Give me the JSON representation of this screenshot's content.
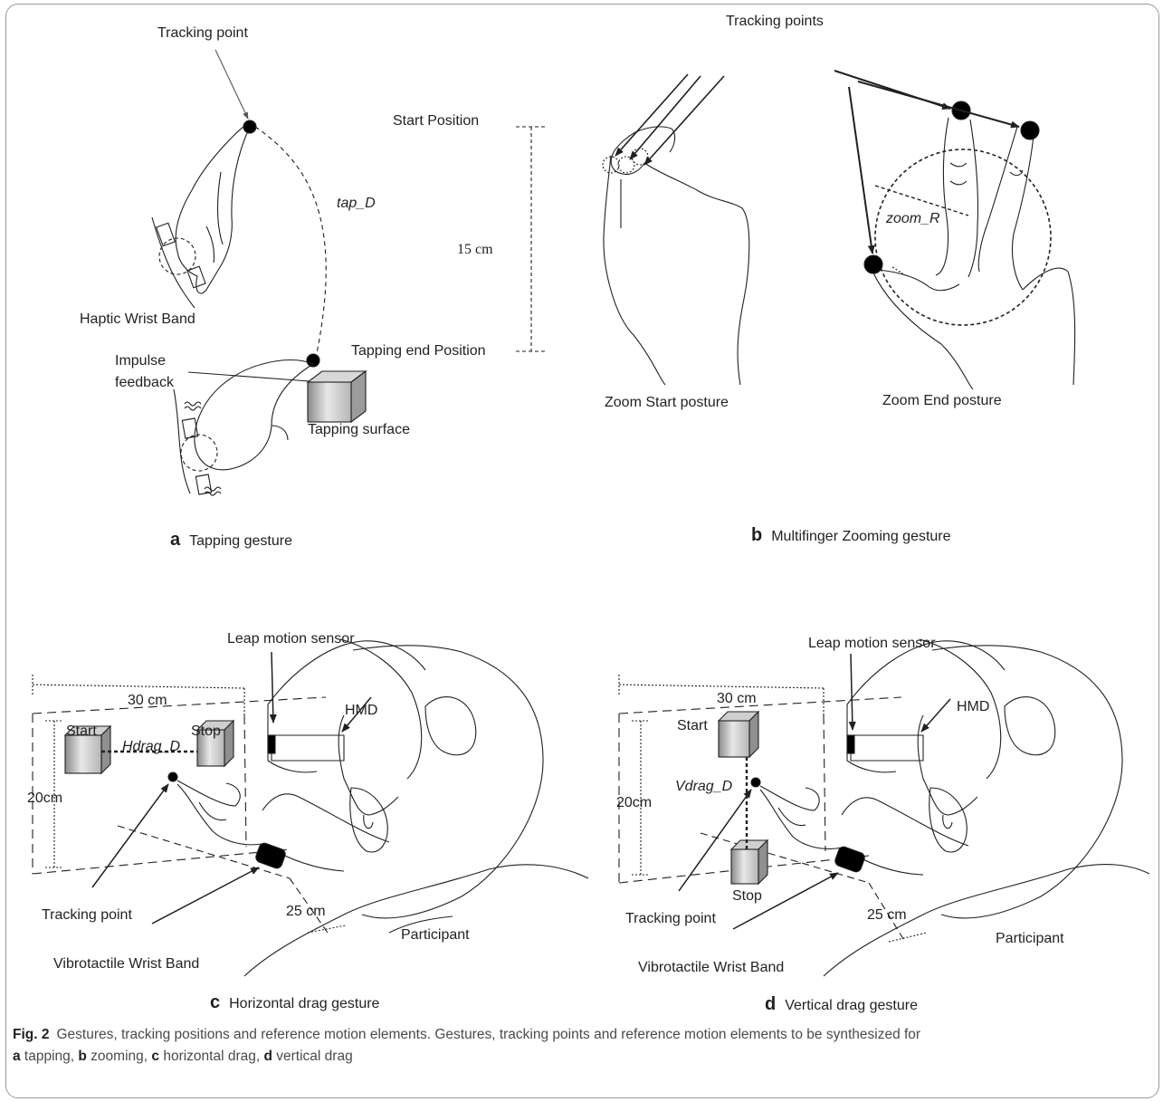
{
  "panel_a": {
    "tracking_point": "Tracking point",
    "tap_d": "tap_D",
    "start_position": "Start Position",
    "distance": "15 cm",
    "haptic_wrist_band": "Haptic Wrist Band",
    "impulse_feedback_1": "Impulse",
    "impulse_feedback_2": "feedback",
    "tapping_end_position": "Tapping end Position",
    "tapping_surface": "Tapping surface",
    "letter": "a",
    "title": "Tapping gesture"
  },
  "panel_b": {
    "tracking_points": "Tracking points",
    "zoom_r": "zoom_R",
    "zoom_start": "Zoom Start posture",
    "zoom_end": "Zoom End posture",
    "letter": "b",
    "title": "Multifinger Zooming gesture"
  },
  "panel_c": {
    "leap_motion_sensor": "Leap motion sensor",
    "width": "30 cm",
    "hmd": "HMD",
    "start": "Start",
    "stop": "Stop",
    "hdrag_d": "Hdrag_D",
    "height": "20cm",
    "tracking_point": "Tracking point",
    "depth": "25 cm",
    "participant": "Participant",
    "vibrotactile": "Vibrotactile Wrist Band",
    "letter": "c",
    "title": "Horizontal drag gesture"
  },
  "panel_d": {
    "leap_motion_sensor": "Leap motion sensor",
    "width": "30 cm",
    "hmd": "HMD",
    "start": "Start",
    "vdrag_d": "Vdrag_D",
    "height": "20cm",
    "stop": "Stop",
    "tracking_point": "Tracking point",
    "depth": "25 cm",
    "participant": "Participant",
    "vibrotactile": "Vibrotactile Wrist Band",
    "letter": "d",
    "title": "Vertical drag gesture"
  },
  "caption": {
    "fig_no": "Fig. 2",
    "text_1": "Gestures, tracking positions and reference motion elements. Gestures, tracking points and reference motion elements to be synthesized for",
    "l_a": "a",
    "t_a": " tapping, ",
    "l_b": "b",
    "t_b": " zooming, ",
    "l_c": "c",
    "t_c": " horizontal drag, ",
    "l_d": "d",
    "t_d": " vertical drag"
  }
}
